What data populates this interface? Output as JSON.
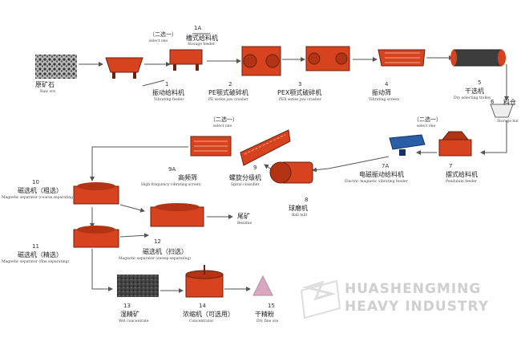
{
  "diagram": {
    "select_one_cn": "（二选一）",
    "select_one_en": "select one",
    "nodes": {
      "raw_ore": {
        "cn": "原矿石",
        "en": "Raw ore"
      },
      "vib_feeder": {
        "num": "1",
        "cn": "振动给料机",
        "en": "Vibrating feeder"
      },
      "storage_feeder": {
        "num": "1A",
        "cn": "槽式给料机",
        "en": "Storage feeder"
      },
      "pe_crusher": {
        "num": "2",
        "cn": "PE颚式破碎机",
        "en": "PE series jaw crusher"
      },
      "pex_crusher": {
        "num": "3",
        "cn": "PEX颚式破碎机",
        "en": "PEX series jaw crusher"
      },
      "vib_screen": {
        "num": "4",
        "cn": "振动筛",
        "en": "Vibrating screen"
      },
      "dry_separator": {
        "num": "5",
        "cn": "干选机",
        "en": "Dry selecting trolley"
      },
      "storage_bin": {
        "num": "6",
        "cn": "料仓",
        "en": "Storage bin"
      },
      "pendulum_feeder": {
        "num": "7",
        "cn": "摆式给料机",
        "en": "Pendulum feeder"
      },
      "em_feeder": {
        "num": "7A",
        "cn": "电磁振动给料机",
        "en": "Electric magnetic vibrating feeder"
      },
      "ball_mill": {
        "num": "8",
        "cn": "球磨机",
        "en": "Ball mill"
      },
      "spiral_classifier": {
        "num": "9",
        "cn": "螺旋分级机",
        "en": "Spiral classifier"
      },
      "hf_screen": {
        "num": "9A",
        "cn": "高频筛",
        "en": "High frequency vibrating screen"
      },
      "mag_coarse": {
        "num": "10",
        "cn": "磁选机（粗选）",
        "en": "Magnetic separator (coarse separating)"
      },
      "mag_fine": {
        "num": "11",
        "cn": "磁选机（精选）",
        "en": "Magnetic separator (fine separating)"
      },
      "mag_sweep": {
        "num": "12",
        "cn": "磁选机（扫选）",
        "en": "Magnetic separator (sweep separating)"
      },
      "tailings": {
        "cn": "尾矿",
        "en": "Residue"
      },
      "wet_conc": {
        "num": "13",
        "cn": "湿精矿",
        "en": "Wet concentrate"
      },
      "thickener": {
        "num": "14",
        "cn": "浓缩机（可选用）",
        "en": "Concentrator"
      },
      "dry_powder": {
        "num": "15",
        "cn": "干精粉",
        "en": "Dry fine ore"
      }
    }
  },
  "watermark": {
    "line1": "HUASHENGMING",
    "line2": "HEAVY  INDUSTRY"
  },
  "colors": {
    "machine_red": "#d8431f",
    "machine_dark": "#6a2210",
    "ore_gray": "#4a4a4a",
    "line": "#555555",
    "watermark": "#cfcfcf"
  }
}
